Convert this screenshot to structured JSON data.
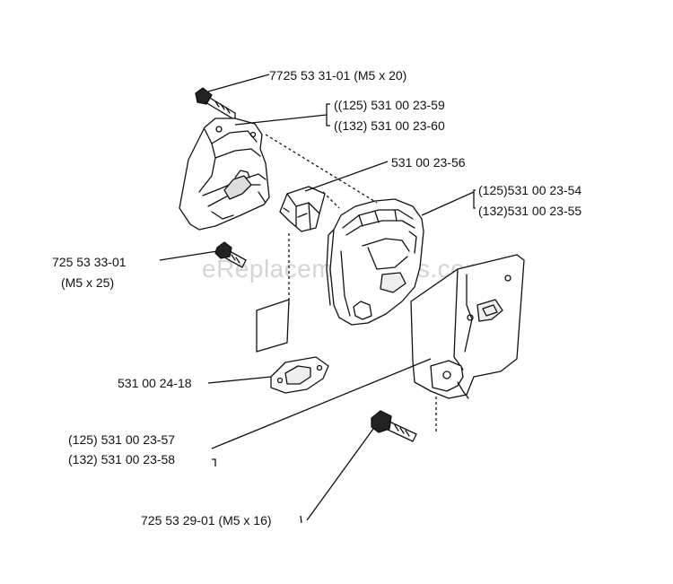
{
  "diagram": {
    "watermark": "eReplacementParts.com",
    "labels": {
      "screw_top": "7725 53 31-01 (M5 x 20)",
      "cover_125": "((125) 531 00 23-59",
      "cover_132": "((132) 531 00 23-60",
      "bracket": "531 00 23-56",
      "muffler_125": "(125)531 00 23-54",
      "muffler_132": "(132)531 00 23-55",
      "screw_left_pn": "725 53 33-01",
      "screw_left_size": "(M5 x 25)",
      "gasket": "531 00 24-18",
      "plate_125": "(125) 531 00 23-57",
      "plate_132": "(132) 531 00 23-58",
      "screw_bottom": "725 53 29-01 (M5 x 16)"
    }
  }
}
